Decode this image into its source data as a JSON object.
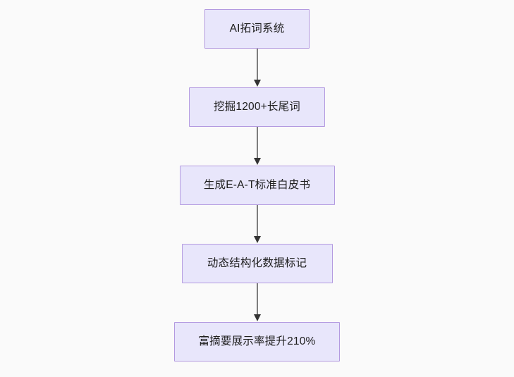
{
  "diagram": {
    "type": "flowchart",
    "orientation": "top-to-bottom",
    "background_color": "#fafafa",
    "node_fill_color": "#e8e6fb",
    "node_border_color": "#b39ae0",
    "node_text_color": "#202020",
    "connector_color": "#7d7d7d",
    "arrowhead_color": "#333333",
    "nodes": [
      {
        "id": "n1",
        "label": "AI拓词系统"
      },
      {
        "id": "n2",
        "label": "挖掘1200+长尾词"
      },
      {
        "id": "n3",
        "label": "生成E-A-T标准白皮书"
      },
      {
        "id": "n4",
        "label": "动态结构化数据标记"
      },
      {
        "id": "n5",
        "label": "富摘要展示率提升210%"
      }
    ],
    "edges": [
      {
        "from": "n1",
        "to": "n2",
        "label": ""
      },
      {
        "from": "n2",
        "to": "n3",
        "label": ""
      },
      {
        "from": "n3",
        "to": "n4",
        "label": ""
      },
      {
        "from": "n4",
        "to": "n5",
        "label": ""
      }
    ]
  }
}
